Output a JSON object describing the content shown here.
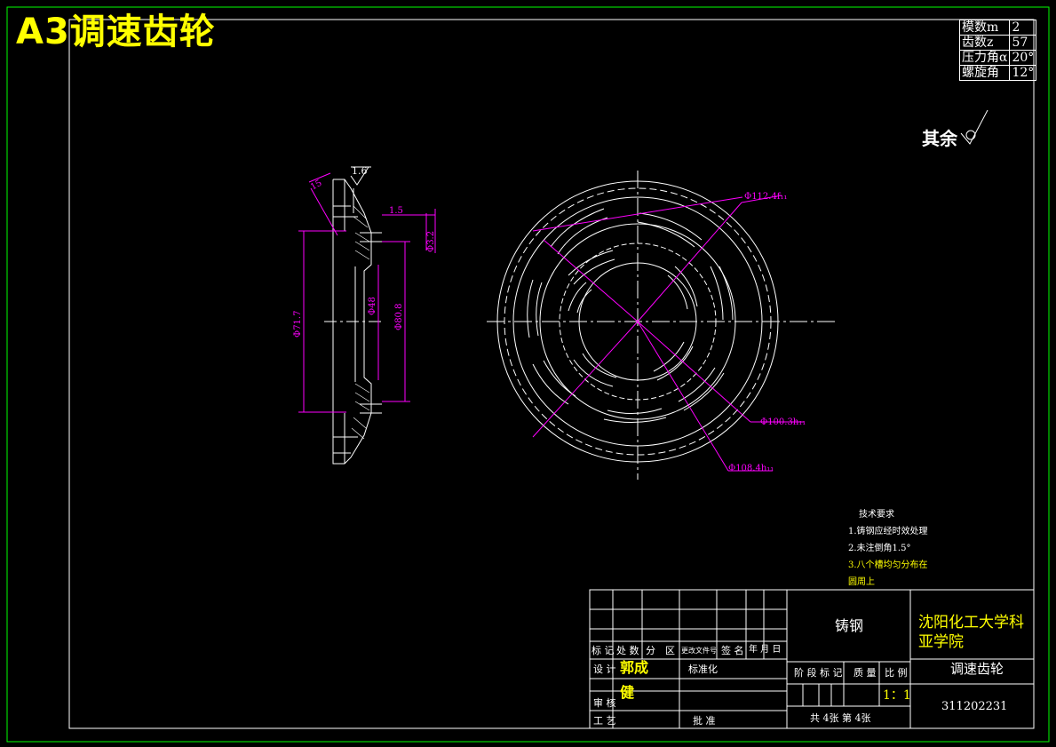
{
  "title": "A3调速齿轮",
  "gear_params": [
    {
      "label": "模数m",
      "value": "2"
    },
    {
      "label": "齿数z",
      "value": "57"
    },
    {
      "label": "压力角α",
      "value": "20°"
    },
    {
      "label": "螺旋角",
      "value": "12°"
    }
  ],
  "roughness_label": "其余",
  "section_dims": {
    "roughness_top": "1.6",
    "chamfer": "15",
    "step": "1.5",
    "d1": "Φ3.2",
    "d2": "Φ71.7",
    "d3": "Φ48",
    "d4": "Φ80.8"
  },
  "front_dims": {
    "top": "Φ112.4f₁₁",
    "mid": "Φ100.3h₁₁",
    "bottom": "Φ108.4h₁₁"
  },
  "tech_notes": {
    "title": "技术要求",
    "items": [
      "1.铸钢应经时效处理",
      "2.未注倒角1.5°",
      "3.八个槽均匀分布在",
      "圆周上"
    ]
  },
  "title_block": {
    "material": "铸钢",
    "school": "沈阳化工大学科亚学院",
    "part_name": "调速齿轮",
    "number": "311202231",
    "scale": "1：1",
    "sheets": "共 4张 第 4张",
    "labels": {
      "mark": "标 记",
      "count": "处 数",
      "zone": "分　区",
      "docno": "更改文件号",
      "sign": "签 名",
      "date": "年 月 日",
      "design": "设 计",
      "designer": "郭成",
      "designer2": "健",
      "standard": "标准化",
      "stage": "阶 段 标 记",
      "weight": "质 量",
      "ratio": "比 例",
      "review": "审 核",
      "process": "工 艺",
      "approve": "批 准"
    }
  },
  "colors": {
    "frame": "#00ff00",
    "title": "#ffff00",
    "dimension": "#ff00ff",
    "line": "#ffffff"
  }
}
